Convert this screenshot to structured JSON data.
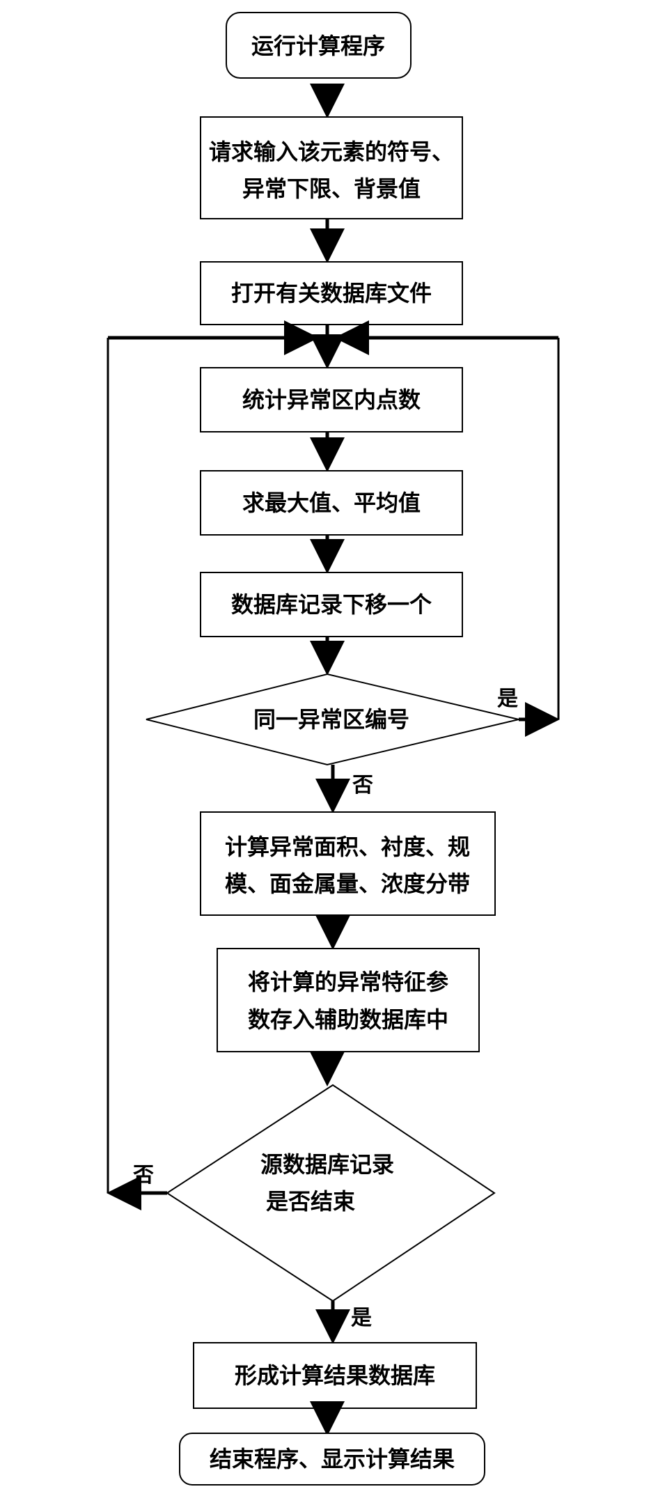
{
  "nodes": {
    "start": {
      "label": "运行计算程序"
    },
    "input": {
      "lines": [
        "请求输入该元素的符号、",
        "异常下限、背景值"
      ]
    },
    "open_db": {
      "label": "打开有关数据库文件"
    },
    "count_points": {
      "label": "统计异常区内点数"
    },
    "max_avg": {
      "label": "求最大值、平均值"
    },
    "move_record": {
      "label": "数据库记录下移一个"
    },
    "same_zone": {
      "label": "同一异常区编号"
    },
    "compute": {
      "lines": [
        "计算异常面积、衬度、规",
        "模、面金属量、浓度分带"
      ]
    },
    "save": {
      "lines": [
        "将计算的异常特征参",
        "数存入辅助数据库中"
      ]
    },
    "source_end": {
      "lines": [
        "源数据库记录",
        "是否结束"
      ]
    },
    "form_result": {
      "label": "形成计算结果数据库"
    },
    "end": {
      "label": "结束程序、显示计算结果"
    }
  },
  "edges": {
    "same_zone_yes": "是",
    "same_zone_no": "否",
    "source_end_no": "否",
    "source_end_yes": "是"
  }
}
